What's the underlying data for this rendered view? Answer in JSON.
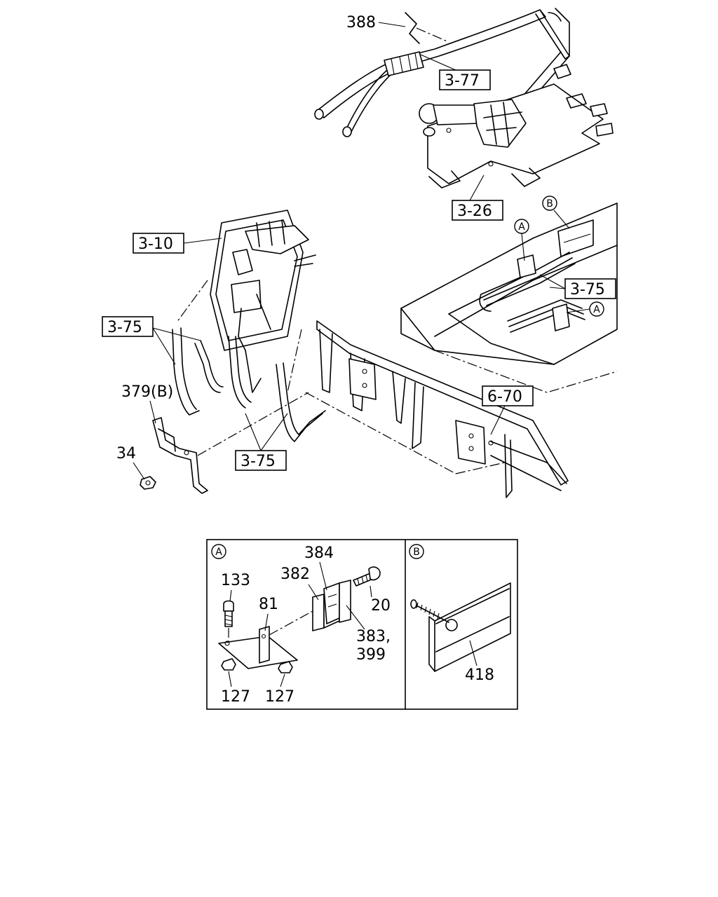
{
  "main_diagram": {
    "refs": {
      "r388": "388",
      "r3_77": "3-77",
      "r3_26": "3-26",
      "r3_10": "3-10",
      "r3_75_left": "3-75",
      "r3_75_bottom": "3-75",
      "r3_75_right": "3-75",
      "r6_70": "6-70",
      "r379b": "379(B)",
      "r34": "34",
      "callout_a1": "A",
      "callout_a2": "A",
      "callout_b": "B"
    }
  },
  "detail_a": {
    "tag": "A",
    "parts": {
      "p384": "384",
      "p382": "382",
      "p133": "133",
      "p81": "81",
      "p20": "20",
      "p383": "383,",
      "p399": "399",
      "p127_left": "127",
      "p127_right": "127"
    }
  },
  "detail_b": {
    "tag": "B",
    "parts": {
      "p418": "418"
    }
  }
}
